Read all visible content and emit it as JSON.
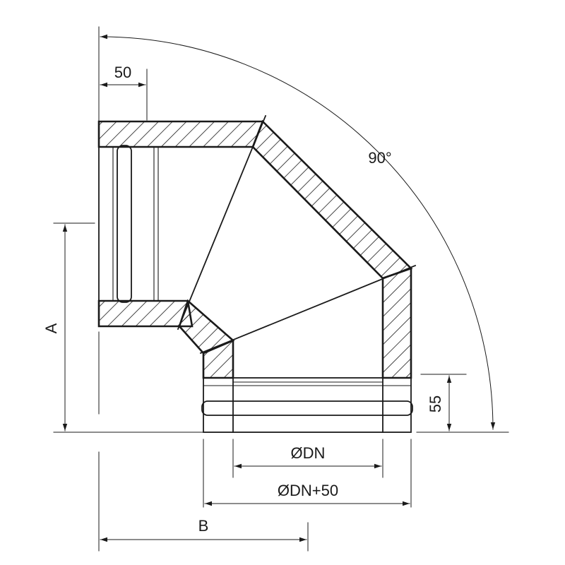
{
  "dimensions": {
    "top_offset": "50",
    "angle": "90°",
    "height_a": "A",
    "socket_length": "55",
    "inner_diameter": "ØDN",
    "outer_diameter": "ØDN+50",
    "width_b": "B"
  },
  "colors": {
    "line": "#1a1a1a",
    "background": "#ffffff"
  }
}
